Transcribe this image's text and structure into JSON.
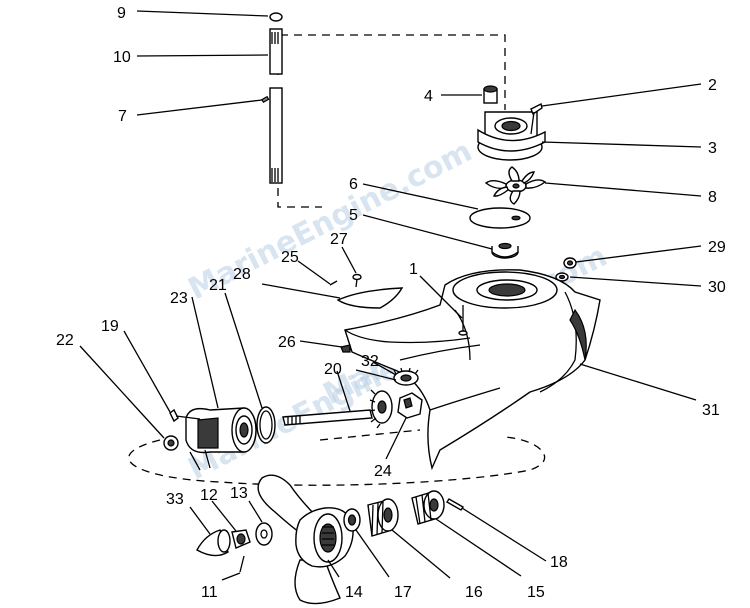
{
  "watermark": {
    "text_top": "MarineEngine.com",
    "text_mid": "MarineEngine.com",
    "text_low": "MarineEngine.com"
  },
  "callouts": [
    {
      "id": "c1",
      "label": "1"
    },
    {
      "id": "c2",
      "label": "2"
    },
    {
      "id": "c3",
      "label": "3"
    },
    {
      "id": "c4",
      "label": "4"
    },
    {
      "id": "c5",
      "label": "5"
    },
    {
      "id": "c6",
      "label": "6"
    },
    {
      "id": "c7",
      "label": "7"
    },
    {
      "id": "c8",
      "label": "8"
    },
    {
      "id": "c9",
      "label": "9"
    },
    {
      "id": "c10",
      "label": "10"
    },
    {
      "id": "c11",
      "label": "11"
    },
    {
      "id": "c12",
      "label": "12"
    },
    {
      "id": "c13",
      "label": "13"
    },
    {
      "id": "c14",
      "label": "14"
    },
    {
      "id": "c15",
      "label": "15"
    },
    {
      "id": "c16",
      "label": "16"
    },
    {
      "id": "c17",
      "label": "17"
    },
    {
      "id": "c18",
      "label": "18"
    },
    {
      "id": "c19",
      "label": "19"
    },
    {
      "id": "c20",
      "label": "20"
    },
    {
      "id": "c21",
      "label": "21"
    },
    {
      "id": "c22",
      "label": "22"
    },
    {
      "id": "c23",
      "label": "23"
    },
    {
      "id": "c24",
      "label": "24"
    },
    {
      "id": "c25",
      "label": "25"
    },
    {
      "id": "c26",
      "label": "26"
    },
    {
      "id": "c27",
      "label": "27"
    },
    {
      "id": "c28",
      "label": "28"
    },
    {
      "id": "c29",
      "label": "29"
    },
    {
      "id": "c30",
      "label": "30"
    },
    {
      "id": "c31",
      "label": "31"
    },
    {
      "id": "c32",
      "label": "32"
    },
    {
      "id": "c33",
      "label": "33"
    }
  ]
}
